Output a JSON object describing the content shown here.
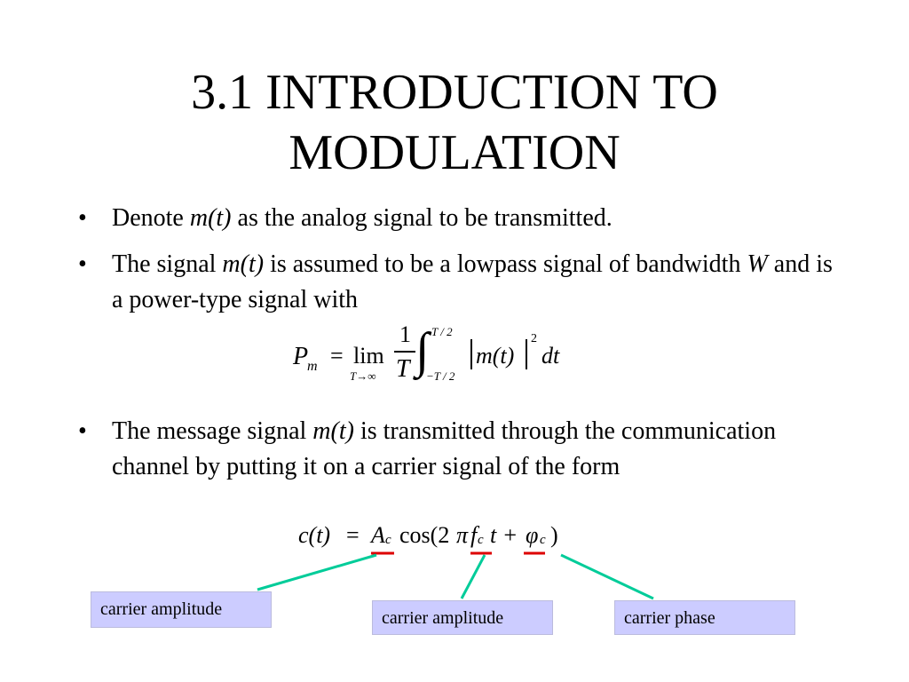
{
  "slide": {
    "title_line1": "3.1 INTRODUCTION TO",
    "title_line2": "MODULATION",
    "bullet_glyph": "•",
    "bullets": [
      {
        "pre": "Denote ",
        "var": "m(t)",
        "post": " as the analog signal to be transmitted."
      },
      {
        "pre": "The signal ",
        "var": "m(t)",
        "mid": " is assumed to be a lowpass signal of bandwidth ",
        "var2": "W",
        "post": " and is a power-type signal with"
      },
      {
        "pre": "The message signal ",
        "var": "m(t)",
        "post": " is transmitted through the communication channel by putting it on a carrier signal of the form"
      }
    ],
    "power_equation": {
      "lhs": "P",
      "lhs_sub": "m",
      "equals": "=",
      "lim": "lim",
      "lim_sub": "T→∞",
      "numerator": "1",
      "denominator": "T",
      "upper": "T / 2",
      "lower": "−T / 2",
      "integrand": "m(t)",
      "exponent": "2",
      "dt": "dt"
    },
    "carrier_equation": {
      "lhs": "c(t)",
      "equals": "=",
      "A": "A",
      "A_sub": "c",
      "cos": "cos(2",
      "pi": "π",
      "f": "f",
      "f_sub": "c",
      "t_plus": "t +",
      "phi": "φ",
      "phi_sub": "c",
      "close": ")"
    },
    "labels": [
      "carrier amplitude",
      "carrier amplitude",
      "carrier phase"
    ],
    "colors": {
      "underline": "#dd0000",
      "connector": "#00cc99",
      "label_bg": "#ccccff"
    }
  }
}
